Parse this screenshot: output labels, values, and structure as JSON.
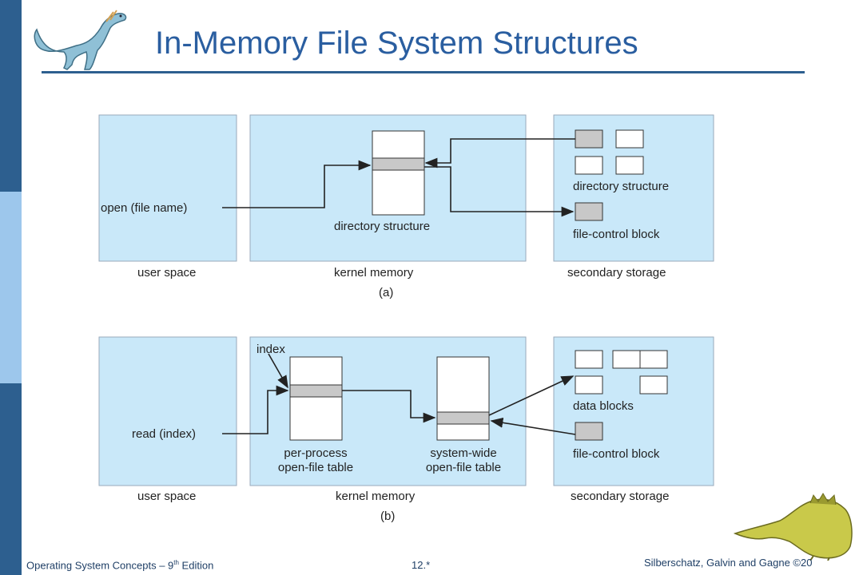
{
  "title": "In-Memory File System Structures",
  "footer": {
    "book": "Operating System Concepts – 9",
    "book_sup": "th",
    "book_tail": " Edition",
    "page": "12.*",
    "copyright": "Silberschatz, Galvin and Gagne ©20"
  },
  "diagram_a": {
    "call": "open (file name)",
    "kernel_label": "directory structure",
    "storage_label_1": "directory structure",
    "storage_label_2": "file-control block",
    "region_user": "user space",
    "region_kernel": "kernel memory",
    "region_storage": "secondary storage",
    "caption": "(a)"
  },
  "diagram_b": {
    "index_label": "index",
    "call": "read (index)",
    "table1_line1": "per-process",
    "table1_line2": "open-file table",
    "table2_line1": "system-wide",
    "table2_line2": "open-file table",
    "storage_label_1": "data blocks",
    "storage_label_2": "file-control block",
    "region_user": "user space",
    "region_kernel": "kernel memory",
    "region_storage": "secondary storage",
    "caption": "(b)"
  },
  "colors": {
    "panel": "#c9e8f9",
    "accent": "#2d5f8f",
    "title": "#2a5ea0"
  }
}
